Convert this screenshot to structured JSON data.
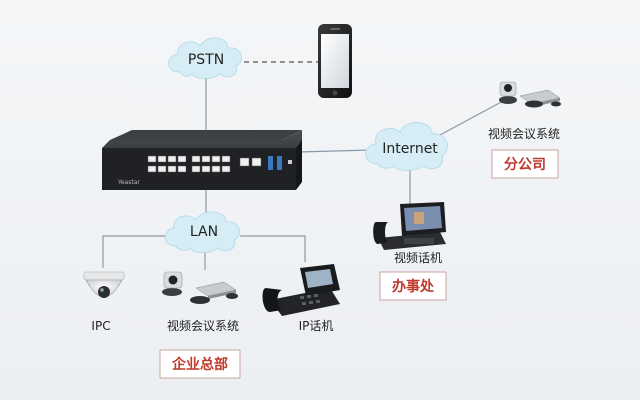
{
  "clouds": {
    "pstn": "PSTN",
    "internet": "Internet",
    "lan": "LAN"
  },
  "devices": {
    "branch_video_conf": "视频会议系统",
    "video_phone": "视频话机",
    "ipc": "IPC",
    "hq_video_conf": "视频会议系统",
    "ip_phone": "IP话机",
    "switch_brand": "Yeastar"
  },
  "sites": {
    "branch": "分公司",
    "office": "办事处",
    "headquarters": "企业总部"
  },
  "colors": {
    "site_label": "#c0392b",
    "site_border": "#c9a3a3",
    "line": "#8a9aa8",
    "cloud": "#d7edf6",
    "switch_body": "#2b2d31"
  },
  "icons": {
    "phone": "smartphone-icon",
    "switch": "ip-pbx-switch-icon",
    "camera": "dome-camera-icon",
    "video_conf": "video-conference-icon",
    "desk_phone": "desk-phone-icon",
    "video_phone": "video-phone-icon"
  }
}
